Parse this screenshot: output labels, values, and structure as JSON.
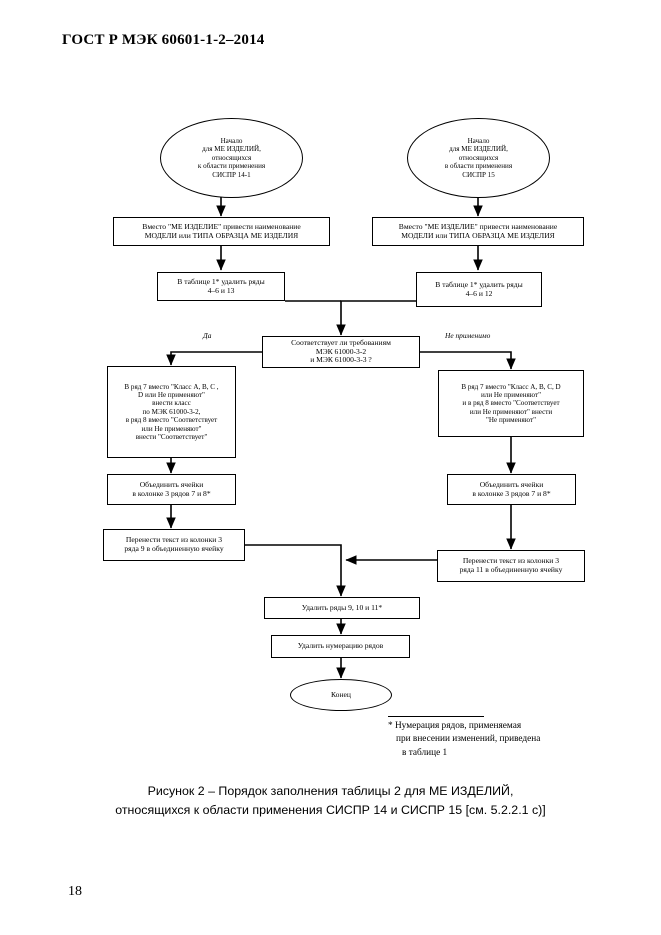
{
  "document": {
    "header": "ГОСТ Р  МЭК 60601-1-2–2014",
    "page_number": "18"
  },
  "figure": {
    "caption_line1": "Рисунок 2 – Порядок заполнения таблицы 2 для МЕ ИЗДЕЛИЙ,",
    "caption_line2": "относящихся к области применения  СИСПР 14  и СИСПР 15 [см. 5.2.2.1 c)]",
    "footnote": {
      "line1": "* Нумерация рядов, применяемая",
      "line2": "при внесении изменений, приведена",
      "line3": "в таблице 1"
    }
  },
  "flowchart": {
    "type": "flowchart",
    "nodes": {
      "start_left": {
        "shape": "ellipse",
        "lines": [
          "Начало",
          "для МЕ ИЗДЕЛИЙ,",
          "относящихся",
          "к области применения",
          "СИСПР 14-1"
        ]
      },
      "start_right": {
        "shape": "ellipse",
        "lines": [
          "Начало",
          "для МЕ ИЗДЕЛИЙ,",
          "относящихся",
          "в области применения",
          "СИСПР 15"
        ]
      },
      "replace_left": {
        "shape": "rect",
        "lines": [
          "Вместо \"МЕ ИЗДЕЛИЕ\" привести наименование",
          "МОДЕЛИ или ТИПА ОБРАЗЦА МЕ ИЗДЕЛИЯ"
        ]
      },
      "replace_right": {
        "shape": "rect",
        "lines": [
          "Вместо \"МЕ ИЗДЕЛИЕ\" привести наименование",
          "МОДЕЛИ или ТИПА ОБРАЗЦА МЕ ИЗДЕЛИЯ"
        ]
      },
      "delete_rows_left": {
        "shape": "rect",
        "lines": [
          "В таблице 1* удалить ряды",
          "4–6 и 13"
        ]
      },
      "delete_rows_right": {
        "shape": "rect",
        "lines": [
          "В таблице 1* удалить ряды",
          "4–6 и 12"
        ]
      },
      "decision": {
        "shape": "rect",
        "lines": [
          "Соответствует ли требованиям",
          "МЭК 61000-3-2",
          "и МЭК 61000-3-3 ?"
        ]
      },
      "class_left": {
        "shape": "rect",
        "lines": [
          "В ряд 7 вместо \"Класс A, B, C ,",
          "D или Не применяют\"",
          "внести класс",
          "по МЭК 61000-3-2,",
          "в ряд 8 вместо \"Соответствует",
          "или Не применяют\"",
          "внести \"Соответствует\""
        ]
      },
      "class_right": {
        "shape": "rect",
        "lines": [
          "В ряд 7 вместо \"Класс A, B, C, D",
          "или Не применяют\"",
          "и в ряд 8 вместо \"Соответствует",
          "или Не применяют\" внести",
          "\"Не применяют\""
        ]
      },
      "merge_left": {
        "shape": "rect",
        "lines": [
          "Объединить ячейки",
          "в колонке 3 рядов 7 и 8*"
        ]
      },
      "merge_right": {
        "shape": "rect",
        "lines": [
          "Объединить ячейки",
          "в колонке 3 рядов 7 и 8*"
        ]
      },
      "transfer_left": {
        "shape": "rect",
        "lines": [
          "Перенести текст из колонки 3",
          "ряда 9 в объединенную ячейку"
        ]
      },
      "transfer_right": {
        "shape": "rect",
        "lines": [
          "Перенести текст из колонки 3",
          "ряда 11 в объединенную ячейку"
        ]
      },
      "delete_rows_final": {
        "shape": "rect",
        "lines": [
          "Удалить ряды 9, 10 и 11*"
        ]
      },
      "delete_numbering": {
        "shape": "rect",
        "lines": [
          "Удалить нумерацию рядов"
        ]
      },
      "end": {
        "shape": "ellipse",
        "lines": [
          "Конец"
        ]
      }
    },
    "edge_labels": {
      "yes": "Да",
      "not_applicable": "Не применимо"
    }
  }
}
